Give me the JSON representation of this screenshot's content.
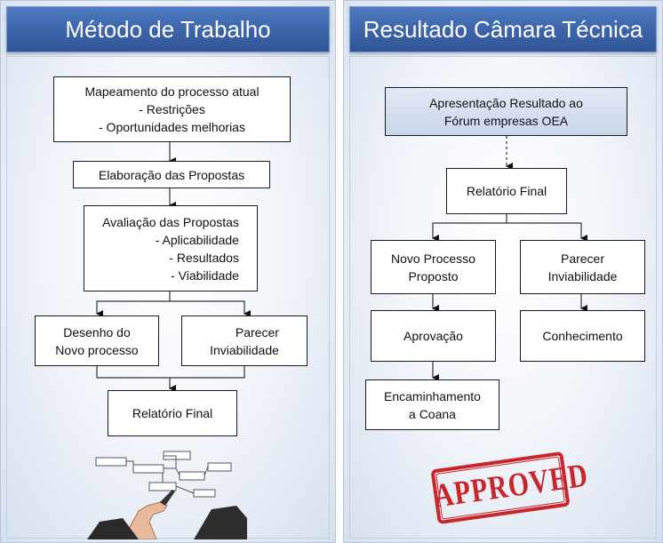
{
  "left": {
    "title": "Método de Trabalho",
    "mapeamento": {
      "line1": "Mapeamento do processo atual",
      "line2": "- Restrições",
      "line3": "- Oportunidades melhorias"
    },
    "elaboracao": "Elaboração das Propostas",
    "avaliacao": {
      "line1": "Avaliação das Propostas",
      "line2": "- Aplicabilidade",
      "line3": "- Resultados",
      "line4": "- Viabilidade"
    },
    "desenho": {
      "line1": "Desenho do",
      "line2": "Novo processo"
    },
    "parecer": {
      "line1": "Parecer",
      "line2": "Inviabilidade"
    },
    "relatorio": "Relatório Final",
    "illustration_icon": "hand-drawing-flowchart-icon"
  },
  "right": {
    "title": "Resultado Câmara Técnica",
    "apresentacao": {
      "line1": "Apresentação Resultado ao",
      "line2": "Fórum empresas OEA"
    },
    "relatorio": "Relatório Final",
    "novo": {
      "line1": "Novo Processo",
      "line2": "Proposto"
    },
    "parecer": {
      "line1": "Parecer",
      "line2": "Inviabilidade"
    },
    "aprovacao": "Aprovação",
    "conhecimento": "Conhecimento",
    "encaminhamento": {
      "line1": "Encaminhamento",
      "line2": "a Coana"
    },
    "stamp_text": "APPROVED",
    "stamp_icon": "approved-stamp-icon"
  },
  "colors": {
    "header": "#3b63a8",
    "stamp": "#c8262b",
    "blue_box": "#c9d6ea"
  }
}
